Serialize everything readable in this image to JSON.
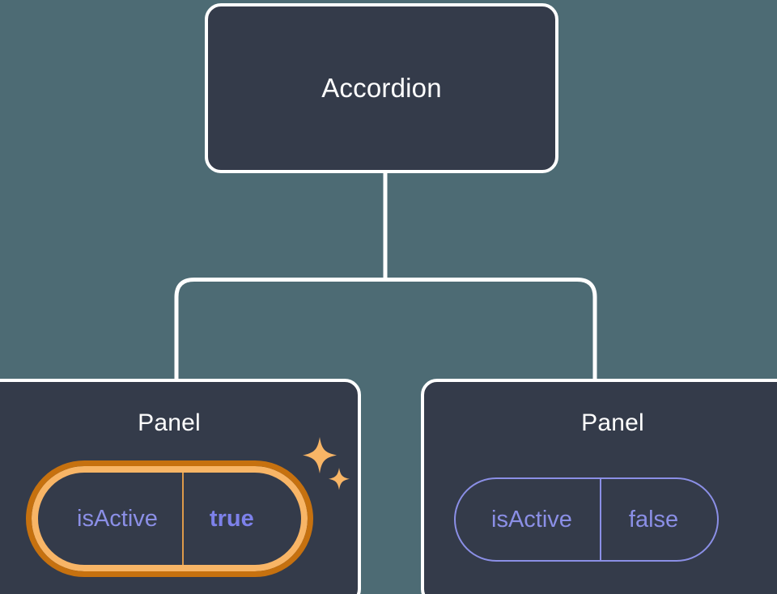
{
  "diagram": {
    "type": "component-tree",
    "title_visible": false,
    "background_color": "#4d6b74",
    "node_fill_color": "#343b4a",
    "node_border_color": "#ffffff",
    "connector_color": "#ffffff",
    "prop_text_color": "#8b8fe6",
    "highlight_outer_color": "#c6710f",
    "highlight_inner_color": "#f8b566",
    "sparkle_color": "#f8b566"
  },
  "root": {
    "label": "Accordion"
  },
  "children": [
    {
      "label": "Panel",
      "highlighted": true,
      "prop": {
        "key": "isActive",
        "value": "true"
      },
      "sparkle_icons": [
        "sparkle-large-icon",
        "sparkle-small-icon"
      ]
    },
    {
      "label": "Panel",
      "highlighted": false,
      "prop": {
        "key": "isActive",
        "value": "false"
      }
    }
  ]
}
